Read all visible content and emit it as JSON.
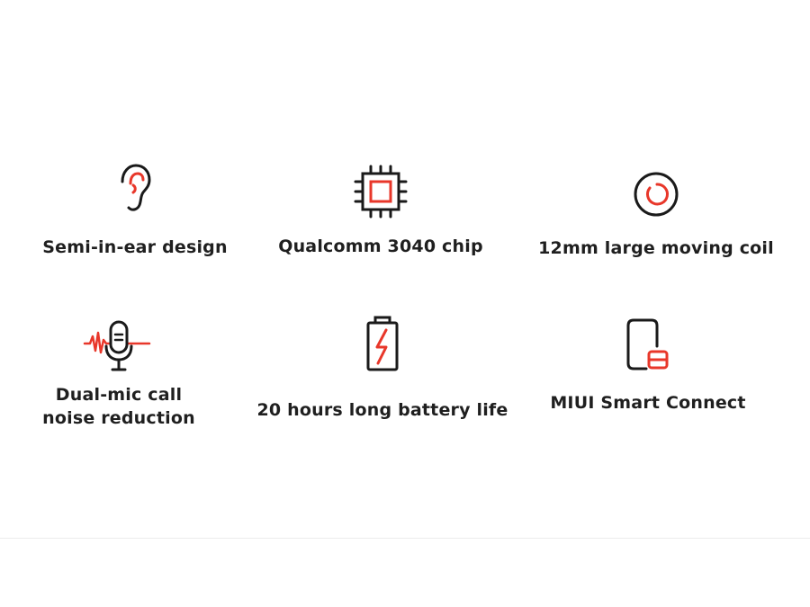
{
  "features": [
    {
      "icon": "ear-icon",
      "label": "Semi-in-ear design"
    },
    {
      "icon": "chip-icon",
      "label": "Qualcomm 3040 chip"
    },
    {
      "icon": "moving-coil-icon",
      "label": "12mm large moving coil"
    },
    {
      "icon": "microphone-icon",
      "label": "Dual-mic call\nnoise reduction"
    },
    {
      "icon": "battery-icon",
      "label": "20 hours long battery life"
    },
    {
      "icon": "phone-connect-icon",
      "label": "MIUI Smart Connect"
    }
  ],
  "colors": {
    "accent": "#e8372a",
    "stroke": "#1a1a1a",
    "text": "#1f1f1f"
  }
}
